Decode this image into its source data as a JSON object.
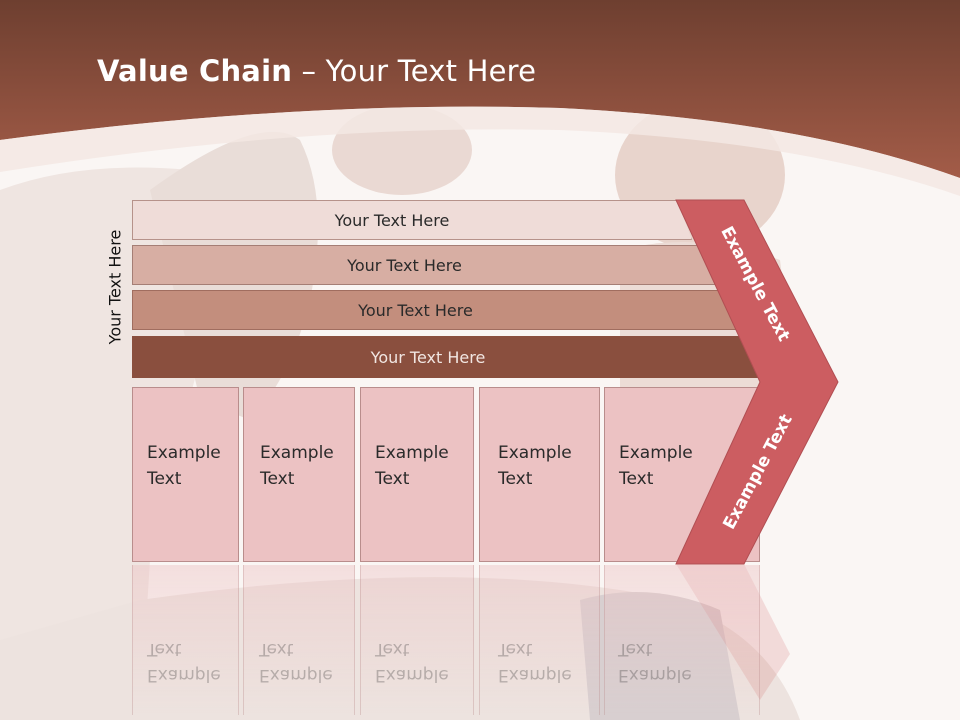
{
  "slide": {
    "title_bold": "Value Chain",
    "title_rest": " – Your Text Here",
    "side_label": "Your Text Here"
  },
  "bars": [
    {
      "label": "Your Text Here"
    },
    {
      "label": "Your Text Here"
    },
    {
      "label": "Your Text Here"
    },
    {
      "label": "Your Text Here"
    }
  ],
  "boxes": [
    {
      "line1": "Example",
      "line2": "Text"
    },
    {
      "line1": "Example",
      "line2": "Text"
    },
    {
      "line1": "Example",
      "line2": "Text"
    },
    {
      "line1": "Example",
      "line2": "Text"
    },
    {
      "line1": "Example",
      "line2": "Text"
    }
  ],
  "chevron": {
    "top_text": "Example Text",
    "bottom_text": "Example Text"
  },
  "colors": {
    "header": "#8e4a38",
    "chevron": "#cc5d61",
    "bar_dark": "#8a4f3e",
    "box_fill": "#ecc2c3"
  }
}
